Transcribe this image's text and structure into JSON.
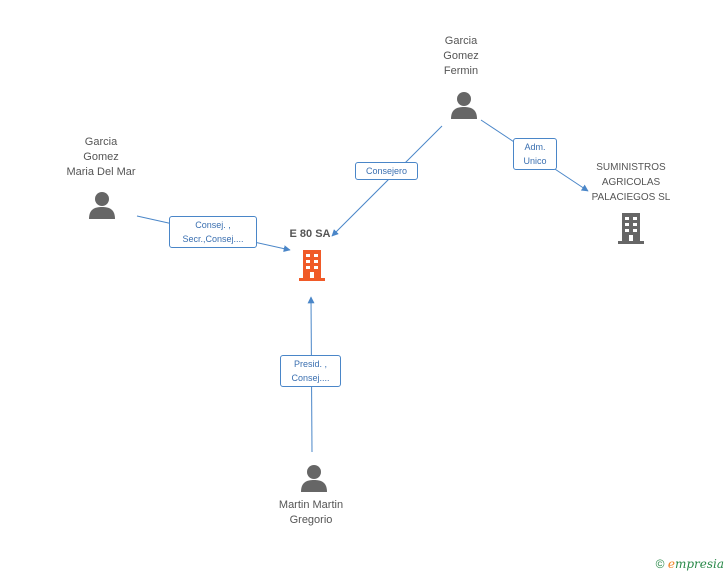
{
  "nodes": {
    "main_company": {
      "name": "E 80 SA",
      "color": "#f05a28"
    },
    "other_company": {
      "lines": [
        "SUMINISTROS",
        "AGRICOLAS",
        "PALACIEGOS SL"
      ],
      "color": "#666666"
    },
    "person_fermin": {
      "lines": [
        "Garcia",
        "Gomez",
        "Fermin"
      ]
    },
    "person_maria": {
      "lines": [
        "Garcia",
        "Gomez",
        "Maria Del Mar"
      ]
    },
    "person_martin": {
      "lines": [
        "Martin Martin",
        "Gregorio"
      ]
    }
  },
  "relations": {
    "maria_to_main": [
      "Consej. ,",
      "Secr.,Consej...."
    ],
    "fermin_to_main": [
      "Consejero"
    ],
    "fermin_to_other": [
      "Adm.",
      "Unico"
    ],
    "martin_to_main": [
      "Presid. ,",
      "Consej...."
    ]
  },
  "colors": {
    "edge": "#4a86c8",
    "person_icon": "#666666"
  },
  "brand": {
    "copyright": "©",
    "logo_letter": "e",
    "name": "mpresia"
  }
}
